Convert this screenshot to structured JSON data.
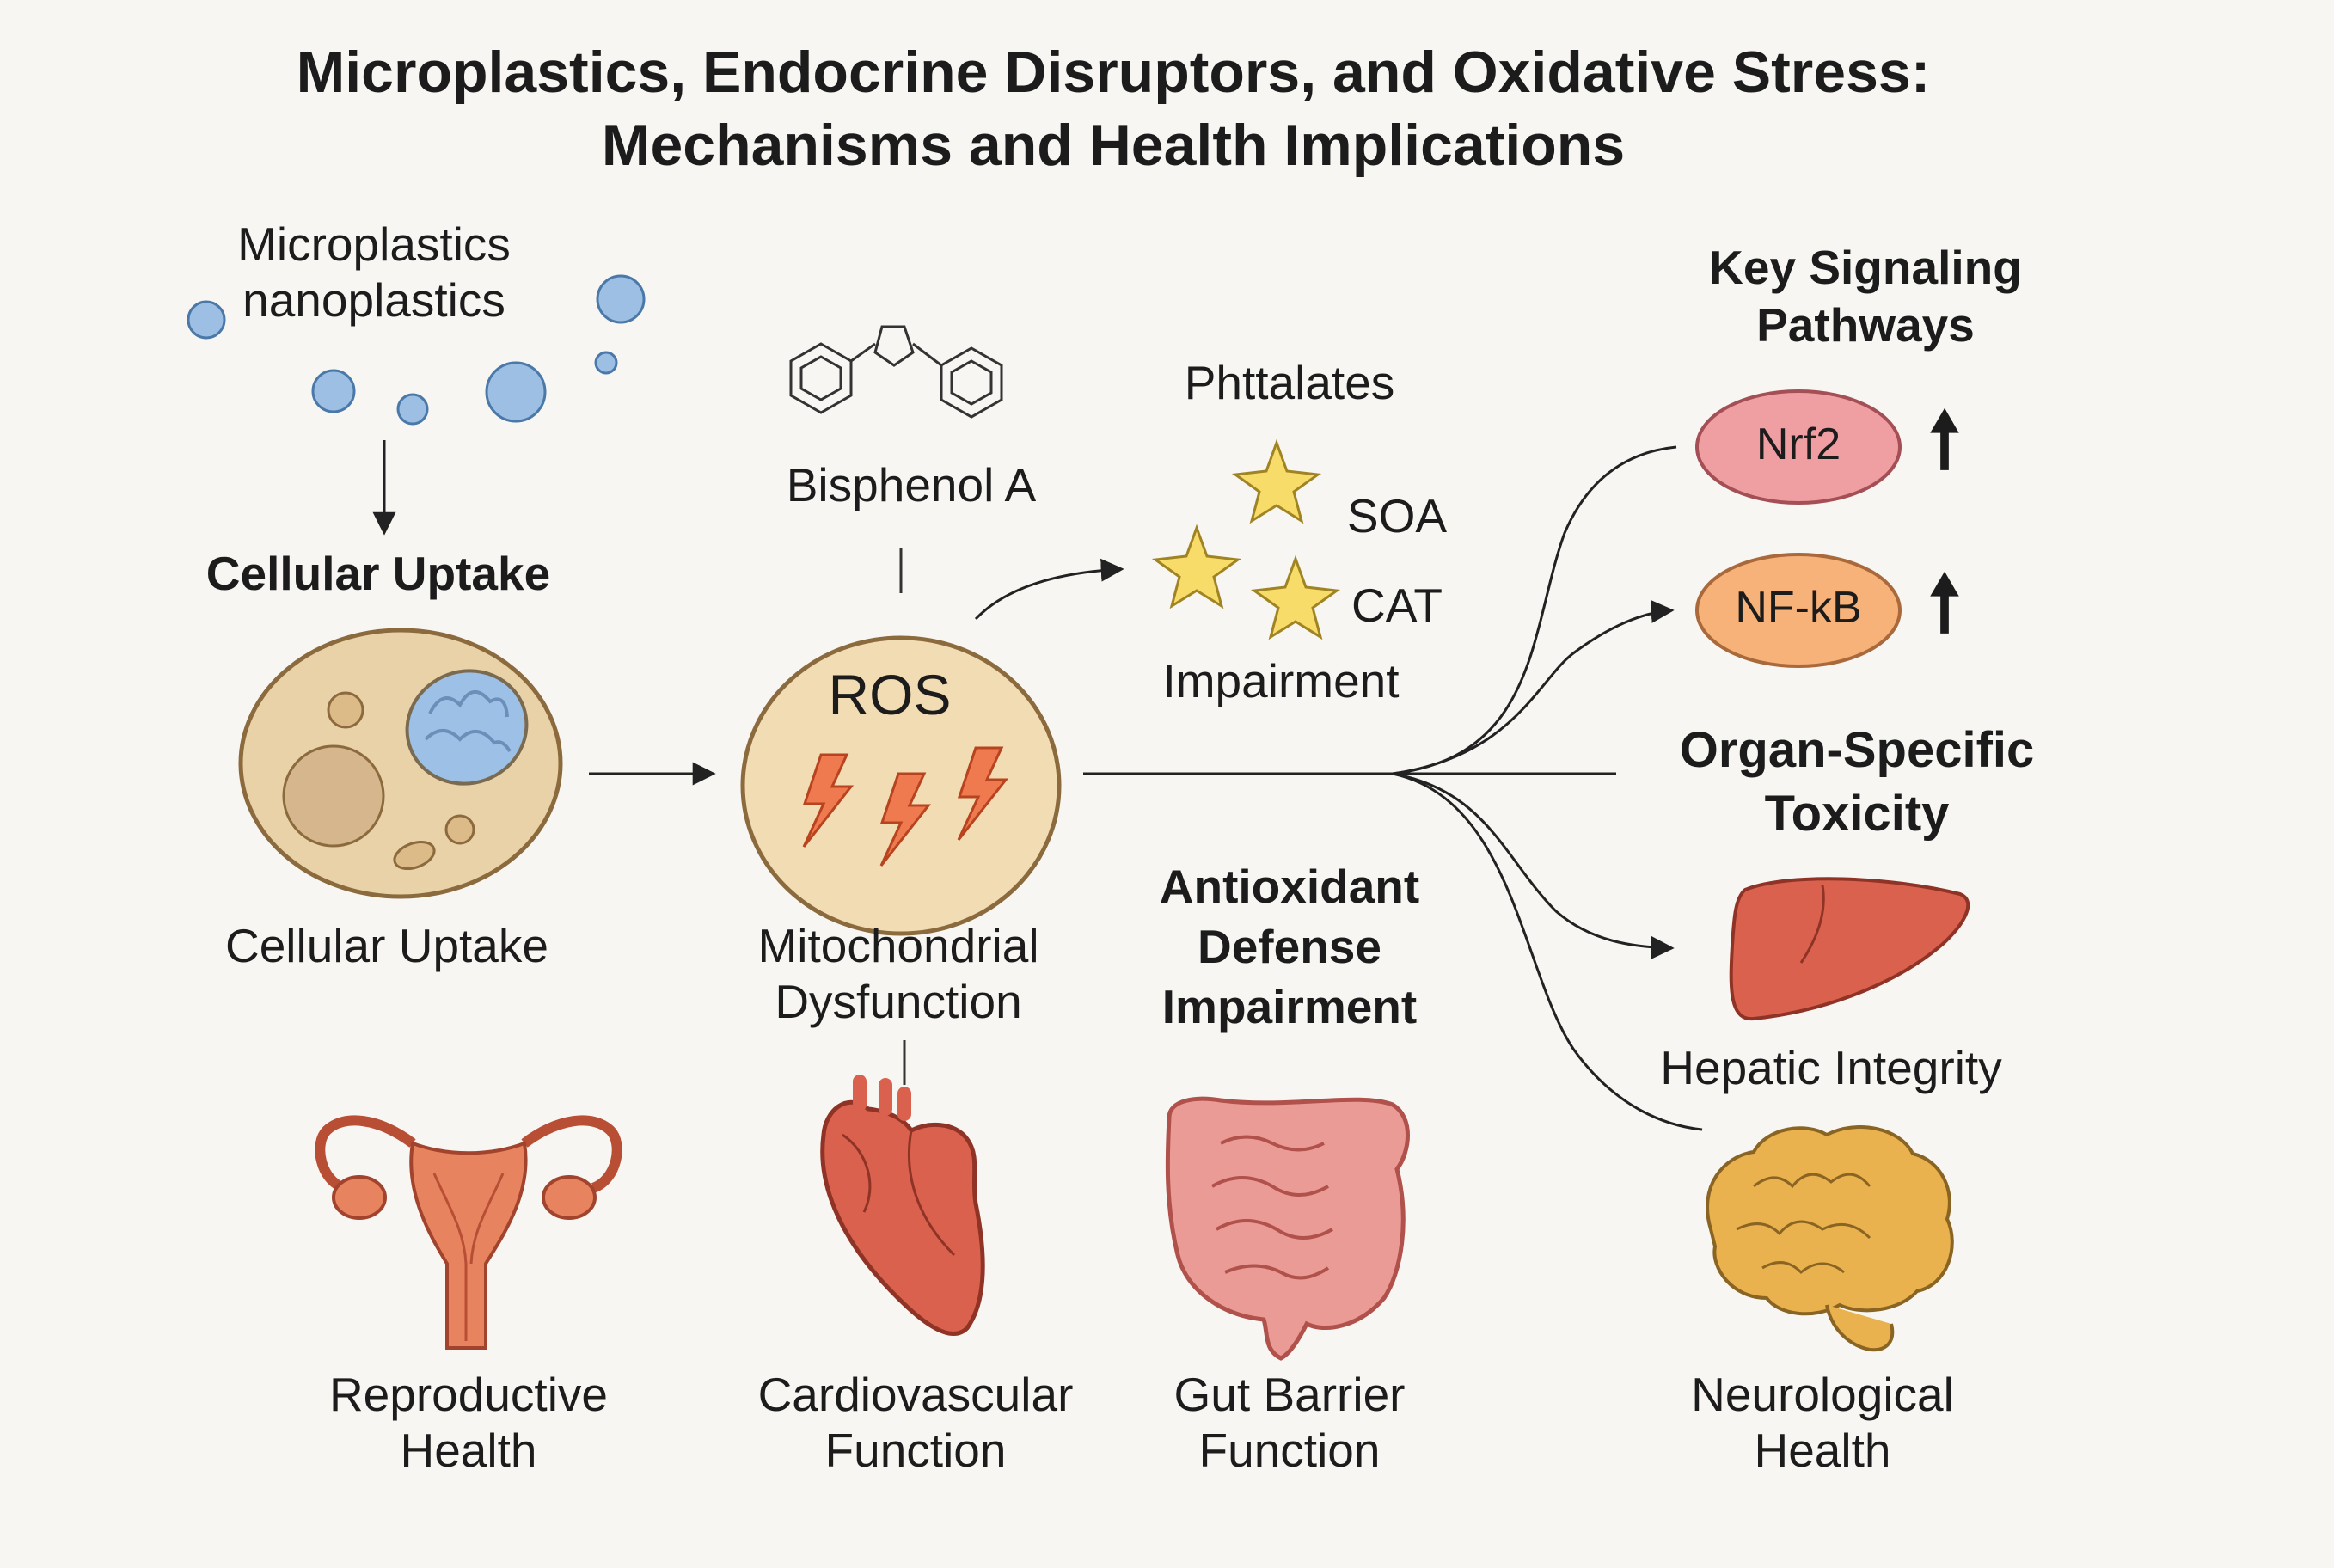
{
  "title": {
    "line1": "Microplastics, Endocrine Disruptors, and Oxidative Stress:",
    "line2": "Mechanisms and Health Implications"
  },
  "particles": {
    "label_line1": "Microplastics",
    "label_line2": "nanoplastics",
    "color": "#9dbfe3",
    "outline": "#4a78a8"
  },
  "uptake": {
    "heading": "Cellular Uptake",
    "caption": "Cellular Uptake",
    "cell_fill": "#ead2a8",
    "cell_outline": "#8b6a3e",
    "mito_fill": "#9dc0e6"
  },
  "bpa": {
    "label": "Bisphenol A"
  },
  "ros": {
    "label": "ROS",
    "caption_line1": "Mitochondrial",
    "caption_line2": "Dysfunction",
    "fill": "#f2dcb4",
    "bolt_color": "#ef7a4f"
  },
  "phthalates": {
    "label": "Phttalates",
    "enzyme1": "SOA",
    "enzyme2": "CAT",
    "impairment": "Impairment",
    "star_color": "#f7dc6a"
  },
  "antioxidant": {
    "line1": "Antioxidant",
    "line2": "Defense",
    "line3": "Impairment"
  },
  "signaling": {
    "heading_line1": "Key Signaling",
    "heading_line2": "Pathways",
    "nrf2": {
      "label": "Nrf2",
      "color": "#ef9ea2",
      "trend": "up"
    },
    "nfkb": {
      "label": "NF-kB",
      "color": "#f7b27a",
      "trend": "up"
    },
    "up_arrow": "🠕"
  },
  "organ_toxicity": {
    "heading_line1": "Organ-Specific",
    "heading_line2": "Toxicity",
    "hepatic": "Hepatic Integrity",
    "neuro_line1": "Neurological",
    "neuro_line2": "Health"
  },
  "bottom": {
    "reproductive_line1": "Reproductive",
    "reproductive_line2": "Health",
    "cardio_line1": "Cardiovascular",
    "cardio_line2": "Function",
    "gut_line1": "Gut Barrier",
    "gut_line2": "Function"
  },
  "colors": {
    "organ_red": "#d9614d",
    "organ_orange": "#e8835f",
    "intestine": "#eb9b96",
    "brain": "#e9b24f",
    "line": "#222222"
  }
}
